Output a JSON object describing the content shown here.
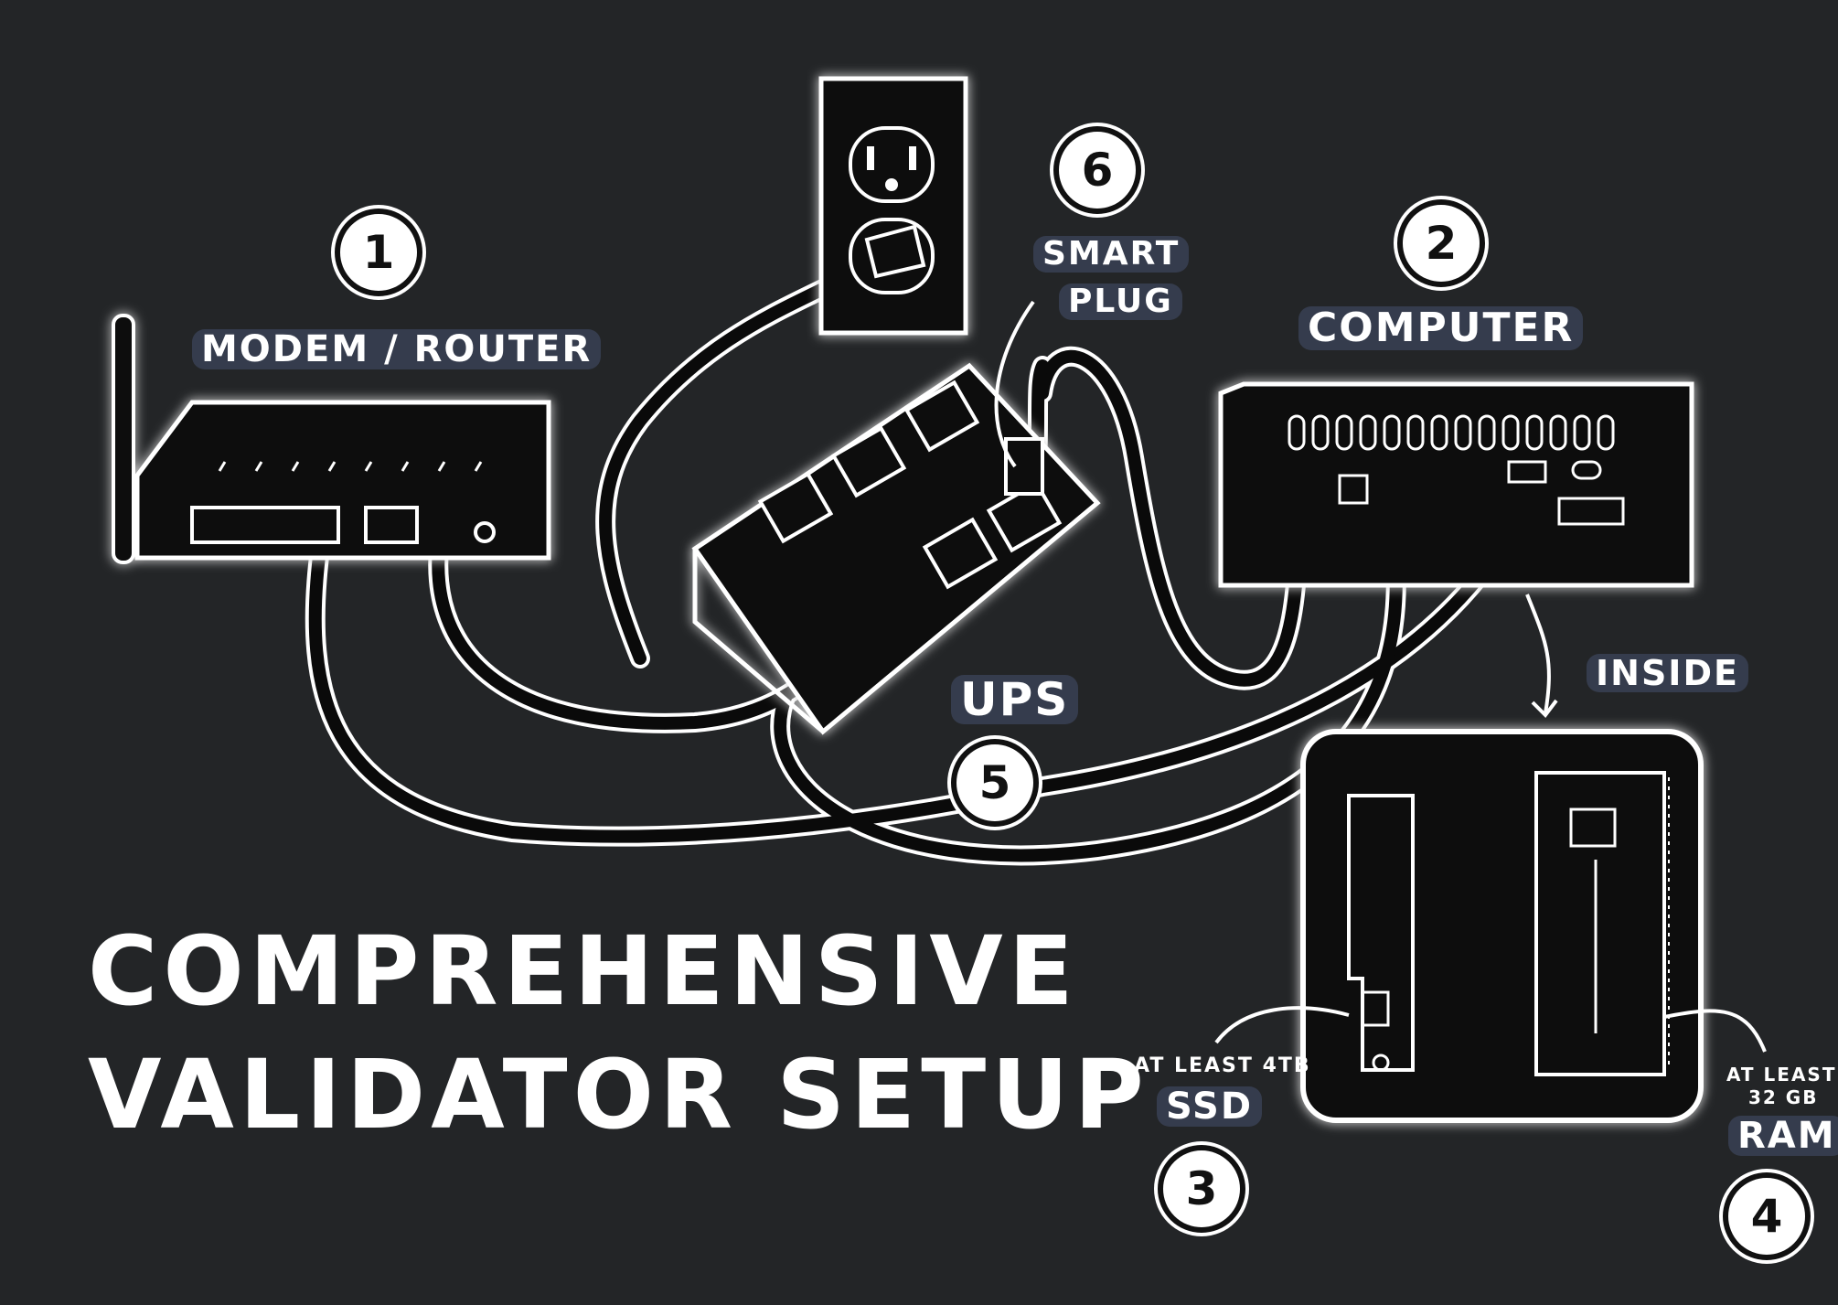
{
  "title": {
    "line1": "Comprehensive",
    "line2": "Validator Setup"
  },
  "components": {
    "router": {
      "number": "1",
      "label": "Modem / Router"
    },
    "computer": {
      "number": "2",
      "label": "Computer"
    },
    "ssd": {
      "number": "3",
      "qualifier": "At least 4TB",
      "label": "SSD"
    },
    "ram": {
      "number": "4",
      "qualifier_line1": "At least",
      "qualifier_line2": "32 GB",
      "label": "RAM"
    },
    "ups": {
      "number": "5",
      "label": "UPS"
    },
    "smart_plug": {
      "number": "6",
      "label_line1": "Smart",
      "label_line2": "Plug"
    }
  },
  "inside_label": "Inside",
  "colors": {
    "background": "#232527",
    "ink": "#ffffff",
    "label_highlight": "#46506e"
  }
}
